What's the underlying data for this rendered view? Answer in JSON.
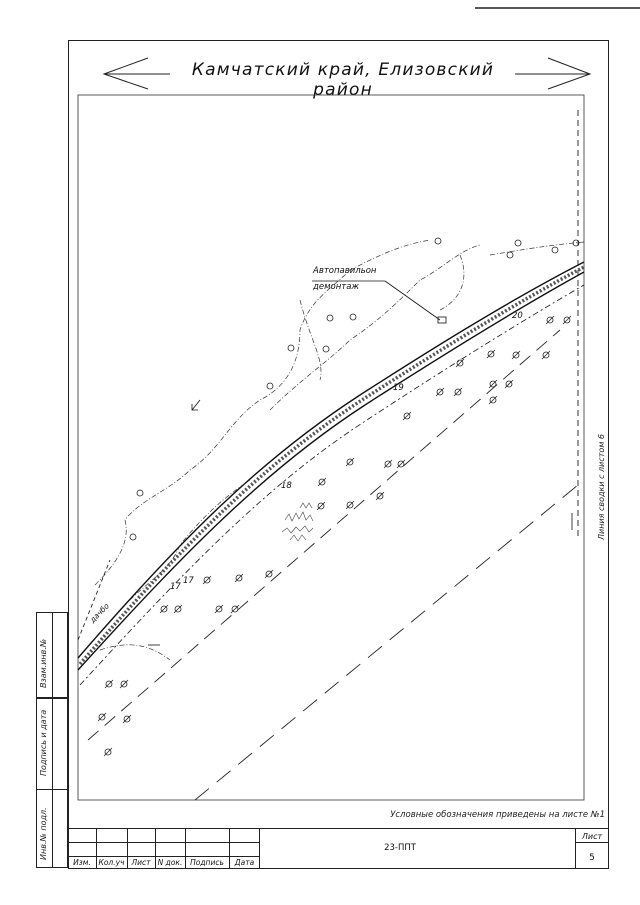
{
  "header": {
    "region_title": "Камчатский край, Елизовский район"
  },
  "map": {
    "callout": {
      "line1": "Автопавильон",
      "line2": "демонтаж"
    },
    "road_label": "дачбо",
    "station_labels": [
      "17",
      "17",
      "18",
      "19",
      "20"
    ],
    "match_line_label": "Линия сводки с листом 6"
  },
  "notes": {
    "legend_note": "Условные обозначения приведены на листе №1"
  },
  "left_strip": {
    "labels": [
      "Взам.инв.№",
      "Подпись и дата",
      "Инв.№ подл."
    ]
  },
  "title_block": {
    "columns": [
      "Изм.",
      "Кол.уч",
      "Лист",
      "N док.",
      "Подпись",
      "Дата"
    ],
    "drawing_code": "23-ППТ",
    "sheet_label": "Лист",
    "sheet_number": "5"
  },
  "colors": {
    "ink": "#111111",
    "paper": "#ffffff"
  },
  "icons": {
    "arrow_left": "arrow-left-icon",
    "arrow_right": "arrow-right-icon",
    "tree_symbol": "tree-symbol-icon",
    "circle_symbol": "circle-symbol-icon"
  }
}
